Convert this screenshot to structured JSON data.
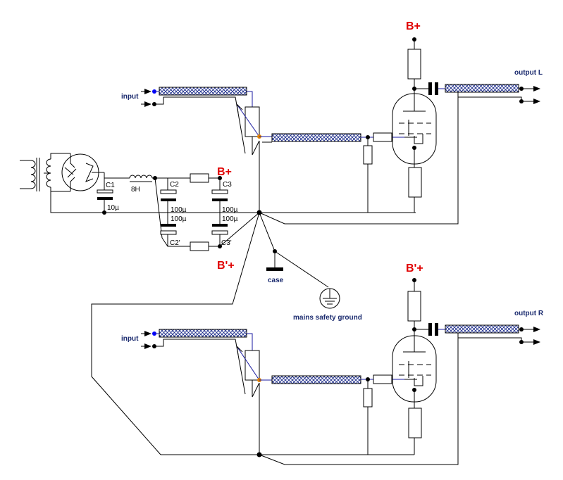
{
  "diagram": {
    "labels": {
      "input_top": "input",
      "input_bottom": "input",
      "output_left": "output L",
      "output_right": "output R",
      "b_plus_top": "B+",
      "b_plus_mid": "B+",
      "b_prime_plus_left": "B'+",
      "b_prime_plus_right": "B'+",
      "c1": "C1",
      "c1_value": "10µ",
      "choke": "8H",
      "c2": "C2",
      "c2_value_a": "100µ",
      "c2_value_b": "100µ",
      "c3": "C3",
      "c3_value_a": "100µ",
      "c3_value_b": "100µ",
      "c2_prime": "C2'",
      "c3_prime": "C3'",
      "case": "case",
      "mains_ground": "mains safety ground"
    },
    "colors": {
      "wire": "#000000",
      "signal_wire": "#1a1aa0",
      "input_node": "#0000ff",
      "wiper_node": "#e08000",
      "supply_label": "#e00000",
      "text_label": "#1a2a6e"
    }
  }
}
